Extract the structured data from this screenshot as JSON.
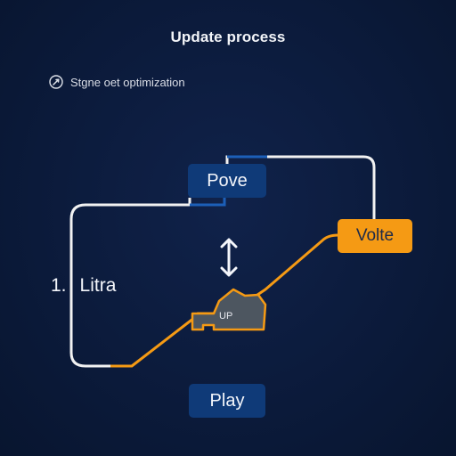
{
  "title": "Update process",
  "option": {
    "label": "Stgne oet optimization",
    "icon": "rocket-icon"
  },
  "nodes": {
    "pove": "Pove",
    "volte": "Volte",
    "play": "Play"
  },
  "side_label": {
    "number": "1.",
    "text": "Litra"
  },
  "shape_label": "UP",
  "icons": {
    "arrow": "vertical-double-arrow-icon"
  },
  "colors": {
    "background": "#0b1a3a",
    "primary_box": "#0f3a78",
    "accent": "#f59a14",
    "connector_white": "#f2f2f2",
    "shape_fill": "#4d5660"
  }
}
